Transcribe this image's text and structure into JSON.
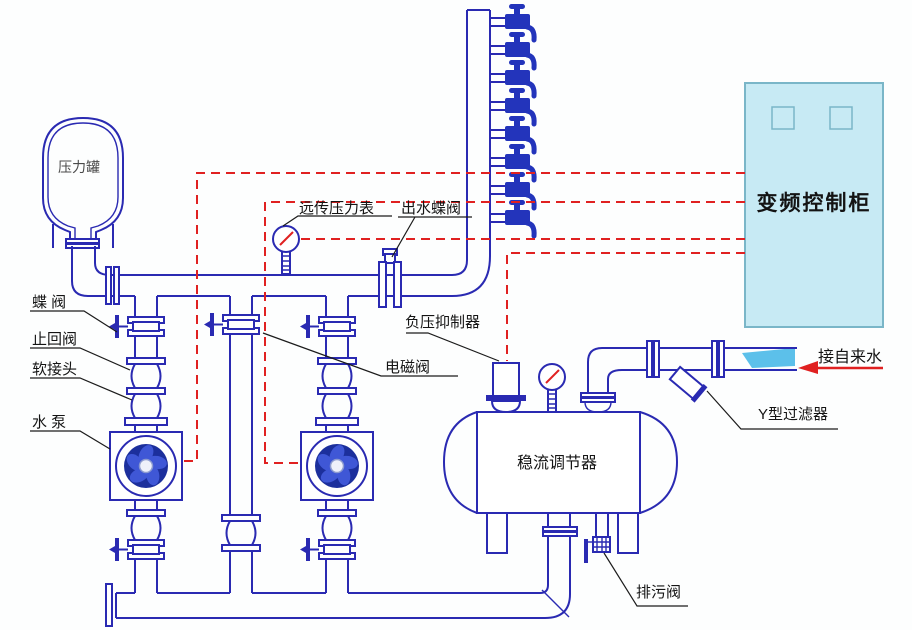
{
  "colors": {
    "pipe": "#2a2ab2",
    "control_line": "#e02121",
    "cabinet_fill": "#c7eaf4",
    "cabinet_border": "#7ab6c8",
    "faucet": "#2334bb",
    "impeller_dark": "#1c2f9c",
    "impeller_blade": "#3f57d6",
    "water": "#5cc0ea",
    "label_text": "#141414"
  },
  "labels": {
    "pressure_tank": "压力罐",
    "remote_pressure_gauge": "远传压力表",
    "outlet_butterfly_valve": "出水蝶阀",
    "control_cabinet": "变频控制柜",
    "butterfly_valve": "蝶 阀",
    "check_valve": "止回阀",
    "soft_joint": "软接头",
    "water_pump": "水 泵",
    "solenoid_valve": "电磁阀",
    "negative_pressure_suppressor": "负压抑制器",
    "flow_regulator": "稳流调节器",
    "y_strainer": "Y型过滤器",
    "tap_water_inlet": "接自来水",
    "drain_valve": "排污阀"
  },
  "faucets": {
    "count": 8
  }
}
